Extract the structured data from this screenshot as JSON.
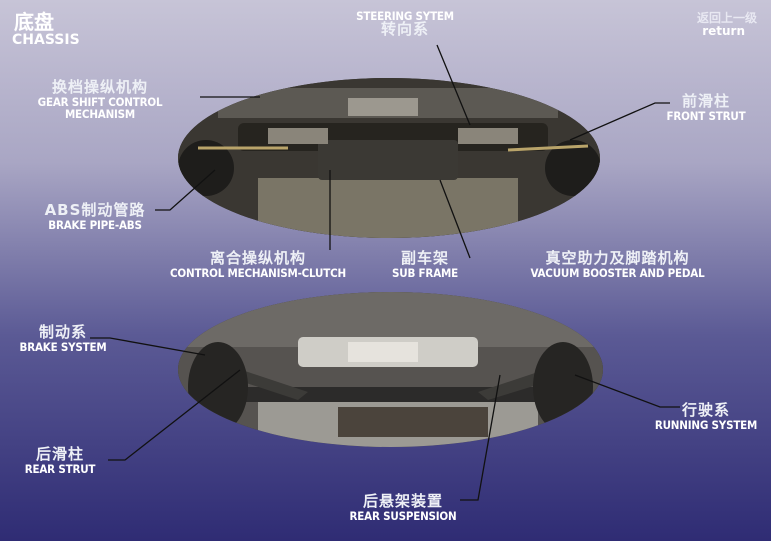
{
  "header": {
    "title_cn": "底盘",
    "title_en": "CHASSIS",
    "return_cn": "返回上一级",
    "return_en": "return"
  },
  "labels": {
    "steering_cn": "转向系",
    "steering_en": "STEERING SYTEM",
    "gear_cn": "换档操纵机构",
    "gear_en": "GEAR SHIFT CONTROL MECHANISM",
    "front_strut_cn": "前滑柱",
    "front_strut_en": "FRONT STRUT",
    "brake_pipe_cn": "ABS制动管路",
    "brake_pipe_en": "BRAKE PIPE-ABS",
    "clutch_cn": "离合操纵机构",
    "clutch_en": "CONTROL MECHANISM-CLUTCH",
    "subframe_cn": "副车架",
    "subframe_en": "SUB FRAME",
    "vacuum_cn": "真空助力及脚踏机构",
    "vacuum_en": "VACUUM BOOSTER AND PEDAL",
    "brake_system_cn": "制动系",
    "brake_system_en": "BRAKE SYSTEM",
    "running_cn": "行驶系",
    "running_en": "RUNNING SYSTEM",
    "rear_strut_cn": "后滑柱",
    "rear_strut_en": "REAR STRUT",
    "rear_susp_cn": "后悬架装置",
    "rear_susp_en": "REAR SUSPENSION"
  }
}
